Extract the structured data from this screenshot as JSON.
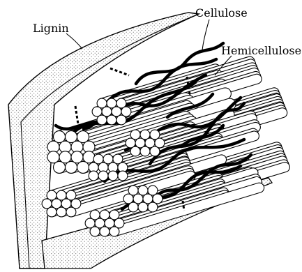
{
  "labels": {
    "lignin": "Lignin",
    "cellulose": "Cellulose",
    "hemicellulose": "Hemicellulose"
  }
}
